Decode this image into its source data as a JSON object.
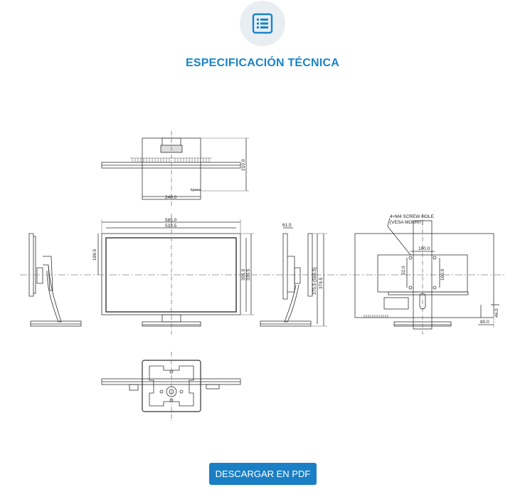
{
  "header": {
    "icon": "list-icon",
    "title": "ESPECIFICACIÓN TÉCNICA",
    "accent_color": "#1a84c9"
  },
  "drawing": {
    "dimensions": {
      "top_depth": "210.0",
      "top_width": "240.0",
      "front_outer_width": "585.0",
      "front_inner_width": "533.5",
      "front_left_height": "199.5",
      "front_inner_height_a": "301.0",
      "front_inner_height_b": "339.5",
      "side_offset": "61.5",
      "side_height_range": "375.5 (505.5)",
      "side_height_total": "379.5",
      "rear_vesa_width": "100.0",
      "rear_vesa_height": "100.0",
      "rear_vesa_offset": "52.0",
      "rear_bottom_height": "46.0",
      "rear_bottom_width": "80.0"
    },
    "notes": {
      "screw_hole_line1": "4×M4 SCREW HOLE",
      "screw_hole_line2": "(VESA MOUNT)",
      "logo": "iiyama"
    }
  },
  "footer": {
    "download_label": "DESCARGAR EN PDF",
    "button_color": "#1a7fc4"
  }
}
